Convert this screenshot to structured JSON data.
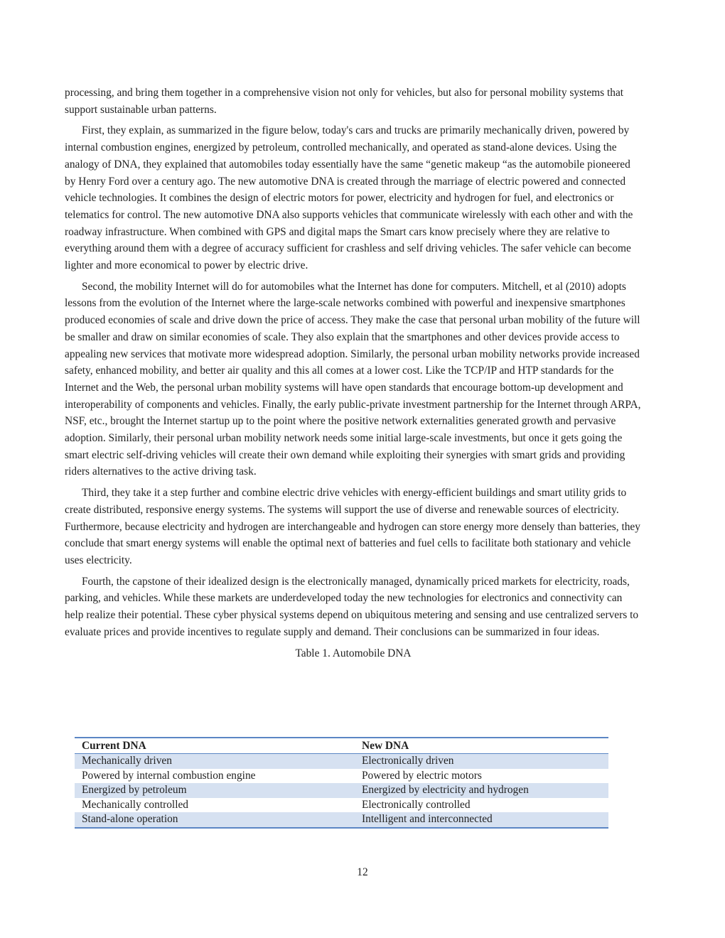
{
  "paragraphs": [
    "processing, and bring them together in a comprehensive vision not only for vehicles, but also for personal mobility systems that support sustainable urban patterns.",
    "First, they explain, as summarized in the figure below, today's cars and trucks are primarily mechanically driven, powered by internal combustion engines, energized by petroleum, controlled mechanically, and operated as stand-alone devices.  Using the analogy of DNA, they explained that automobiles today essentially have the same “genetic makeup “as the automobile pioneered by Henry Ford over a century ago.  The new automotive DNA is created through the marriage of electric powered and connected vehicle technologies. It combines the design of electric motors for power, electricity and hydrogen for fuel, and electronics or telematics for control. The new automotive DNA also supports vehicles that communicate wirelessly with each other and with the roadway infrastructure. When combined with GPS and digital maps the Smart cars know precisely where they are relative to everything around them with a degree of accuracy sufficient for crashless and self driving vehicles.  The safer vehicle can become lighter and more economical to power by electric drive.",
    "Second, the mobility Internet will do for automobiles what the Internet has done for computers. Mitchell, et al (2010) adopts lessons from the evolution of the Internet where the large-scale networks combined with powerful and inexpensive smartphones produced economies of scale and drive down the price of access.  They make the case that personal urban mobility of the future will be smaller and draw on similar economies of scale.  They also explain that the smartphones and other devices provide access to appealing new services that motivate more widespread adoption.  Similarly, the personal urban mobility networks provide increased safety, enhanced mobility, and better air quality and this all comes at a lower cost.  Like the TCP/IP and HTP standards for the Internet and the Web, the personal urban mobility systems will have open standards that encourage bottom-up development and interoperability of components and vehicles.  Finally, the early public-private investment partnership for the Internet through ARPA, NSF, etc., brought the Internet startup up to the point where the positive network externalities generated growth and pervasive adoption.  Similarly, their personal urban mobility network needs some initial large-scale investments, but once it gets going the smart electric self-driving vehicles will create their own demand while exploiting their synergies with smart grids and providing riders alternatives to the active driving task.",
    "Third, they take it a step further and combine electric drive vehicles with energy-efficient buildings and smart utility grids to create distributed, responsive energy systems. The systems will support the use of diverse and renewable sources of electricity. Furthermore, because electricity and hydrogen are interchangeable and hydrogen can store energy more densely than batteries, they conclude that smart energy systems will enable the optimal next of batteries and fuel cells to facilitate both stationary and vehicle uses electricity.",
    "Fourth, the capstone of their idealized design is the electronically managed, dynamically priced markets for electricity, roads, parking, and vehicles. While these markets are underdeveloped today the new technologies for electronics and connectivity can help realize their potential.  These cyber physical systems depend on ubiquitous metering and sensing and use centralized servers to evaluate prices and provide incentives to regulate supply and demand. Their conclusions can be summarized in four ideas."
  ],
  "table": {
    "caption": "Table 1.  Automobile DNA",
    "headers": [
      "Current DNA",
      "New DNA"
    ],
    "rows": [
      [
        "Mechanically driven",
        "Electronically driven"
      ],
      [
        "Powered by internal combustion engine",
        "Powered by electric motors"
      ],
      [
        "Energized by petroleum",
        "Energized by electricity and hydrogen"
      ],
      [
        "Mechanically controlled",
        "Electronically controlled"
      ],
      [
        "Stand-alone operation",
        "Intelligent and interconnected"
      ]
    ],
    "accent_color": "#5b86c4",
    "band_color": "#d6e1f1"
  },
  "page_number": "12"
}
